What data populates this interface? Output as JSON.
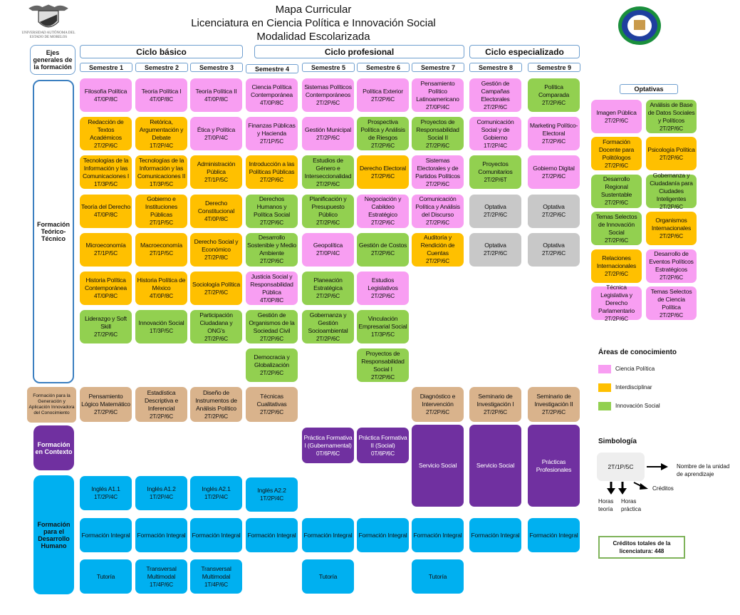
{
  "header": {
    "title_lines": [
      "Mapa Curricular",
      "Licenciatura en Ciencia Política e Innovación Social",
      "Modalidad Escolarizada"
    ],
    "university_logo_text": "Universidad Autónoma del Estado de Morelos"
  },
  "axes_header": "Ejes generales de la formación",
  "cycles": [
    "Ciclo básico",
    "Ciclo profesional",
    "Ciclo especializado"
  ],
  "semesters": [
    "Semestre 1",
    "Semestre 2",
    "Semestre 3",
    "Semestre 4",
    "Semestre 5",
    "Semestre 6",
    "Semestre 7",
    "Semestre 8",
    "Semestre 9"
  ],
  "axes": {
    "teorico": "Formación Teórico-Técnico",
    "generacion": "Formación para la Generación y Aplicación Innovadora del Conocimiento",
    "contexto": "Formación en Contexto",
    "humano": "Formación para el Desarrollo Humano"
  },
  "colors": {
    "cp": "#f89ef2",
    "int": "#ffc000",
    "inn": "#92d050",
    "opt": "#c8c8c8",
    "gen": "#d9b38c",
    "ctx": "#7030a0",
    "hum": "#00b0f0"
  },
  "teorico": [
    [
      {
        "name": "Filosofía Política",
        "hours": "4T/0P/8C",
        "area": "cp"
      },
      {
        "name": "Redacción de Textos Académicos",
        "hours": "2T/2P/6C",
        "area": "int"
      },
      {
        "name": "Tecnologías de la Información y las Comunicaciones I",
        "hours": "1T/3P/5C",
        "area": "int"
      },
      {
        "name": "Teoría del Derecho",
        "hours": "4T/0P/8C",
        "area": "int"
      },
      {
        "name": "Microeconomía",
        "hours": "2T/1P/5C",
        "area": "int"
      },
      {
        "name": "Historia Política Contemporánea",
        "hours": "4T/0P/8C",
        "area": "int"
      },
      {
        "name": "Liderazgo y Soft Skill",
        "hours": "2T/2P/6C",
        "area": "inn"
      }
    ],
    [
      {
        "name": "Teoría Política I",
        "hours": "4T/0P/8C",
        "area": "cp"
      },
      {
        "name": "Retórica, Argumentación y Debate",
        "hours": "1T/2P/4C",
        "area": "int"
      },
      {
        "name": "Tecnologías de la Información y las Comunicaciones II",
        "hours": "1T/3P/5C",
        "area": "int"
      },
      {
        "name": "Gobierno e Instituciones Públicas",
        "hours": "2T/1P/5C",
        "area": "int"
      },
      {
        "name": "Macroeconomía",
        "hours": "2T/1P/5C",
        "area": "int"
      },
      {
        "name": "Historia Política de México",
        "hours": "4T/0P/8C",
        "area": "int"
      },
      {
        "name": "Innovación Social",
        "hours": "1T/3P/5C",
        "area": "inn"
      }
    ],
    [
      {
        "name": "Teoría Política II",
        "hours": "4T/0P/8C",
        "area": "cp"
      },
      {
        "name": "Ética y Política",
        "hours": "2T/0P/4C",
        "area": "cp"
      },
      {
        "name": "Administración Pública",
        "hours": "2T/1P/5C",
        "area": "int"
      },
      {
        "name": "Derecho Constitucional",
        "hours": "4T/0P/8C",
        "area": "int"
      },
      {
        "name": "Derecho Social y Económico",
        "hours": "2T/2P/8C",
        "area": "int"
      },
      {
        "name": "Sociología Política",
        "hours": "2T/2P/6C",
        "area": "int"
      },
      {
        "name": "Participación Ciudadana y ONG's",
        "hours": "2T/2P/6C",
        "area": "inn"
      }
    ],
    [
      {
        "name": "Ciencia Política Contemporánea",
        "hours": "4T/0P/8C",
        "area": "cp"
      },
      {
        "name": "Finanzas Públicas y Hacienda",
        "hours": "2T/1P/5C",
        "area": "cp"
      },
      {
        "name": "Introducción a las Políticas Públicas",
        "hours": "2T/2P/6C",
        "area": "int"
      },
      {
        "name": "Derechos Humanos y Política Social",
        "hours": "2T/2P/6C",
        "area": "inn"
      },
      {
        "name": "Desarrollo Sostenible y Medio Ambiente",
        "hours": "2T/2P/6C",
        "area": "inn"
      },
      {
        "name": "Justicia Social y Responsabilidad Pública",
        "hours": "4T/0P/8C",
        "area": "cp"
      },
      {
        "name": "Gestión de Organismos de la Sociedad Civil",
        "hours": "2T/2P/6C",
        "area": "inn"
      },
      {
        "name": "Democracia y Globalización",
        "hours": "2T/2P/6C",
        "area": "inn"
      }
    ],
    [
      {
        "name": "Sistemas Políticos Contemporáneos",
        "hours": "2T/2P/6C",
        "area": "cp"
      },
      {
        "name": "Gestión Municipal",
        "hours": "2T/2P/6C",
        "area": "cp"
      },
      {
        "name": "Estudios de Género e Interseccionalidad",
        "hours": "2T/2P/6C",
        "area": "inn"
      },
      {
        "name": "Planificación y Presupuesto Público",
        "hours": "2T/2P/6C",
        "area": "inn"
      },
      {
        "name": "Geopolítica",
        "hours": "2T/0P/4C",
        "area": "cp"
      },
      {
        "name": "Planeación Estratégica",
        "hours": "2T/2P/6C",
        "area": "inn"
      },
      {
        "name": "Gobernanza y Gestión Socioambiental",
        "hours": "2T/2P/6C",
        "area": "inn"
      }
    ],
    [
      {
        "name": "Política Exterior",
        "hours": "2T/2P/6C",
        "area": "cp"
      },
      {
        "name": "Prospectiva Política y Análisis de Riesgos",
        "hours": "2T/2P/6C",
        "area": "inn"
      },
      {
        "name": "Derecho Electoral",
        "hours": "2T/2P/6C",
        "area": "int"
      },
      {
        "name": "Negociación y Cabildeo Estratégico",
        "hours": "2T/2P/6C",
        "area": "cp"
      },
      {
        "name": "Gestión de Costos",
        "hours": "2T/2P/6C",
        "area": "inn"
      },
      {
        "name": "Estudios Legislativos",
        "hours": "2T/2P/6C",
        "area": "cp"
      },
      {
        "name": "Vinculación Empresarial Social",
        "hours": "1T/3P/5C",
        "area": "inn"
      },
      {
        "name": "Proyectos de Responsabilidad Social I",
        "hours": "2T/2P/6C",
        "area": "inn"
      }
    ],
    [
      {
        "name": "Pensamiento Político Latinoamericano",
        "hours": "2T/0P/4C",
        "area": "cp"
      },
      {
        "name": "Proyectos de Responsabilidad Social II",
        "hours": "2T/2P/6C",
        "area": "inn"
      },
      {
        "name": "Sistemas Electorales y de Partidos Políticos",
        "hours": "2T/2P/6C",
        "area": "cp"
      },
      {
        "name": "Comunicación Política y Análisis del Discurso",
        "hours": "2T/2P/6C",
        "area": "cp"
      },
      {
        "name": "Auditoría y Rendición de Cuentas",
        "hours": "2T/2P/6C",
        "area": "int"
      }
    ],
    [
      {
        "name": "Gestión de Campañas Electorales",
        "hours": "2T/2P/6C",
        "area": "cp"
      },
      {
        "name": "Comunicación Social y de Gobierno",
        "hours": "1T/2P/4C",
        "area": "cp"
      },
      {
        "name": "Proyectos Comunitarios",
        "hours": "2T/2P/6T",
        "area": "inn"
      },
      {
        "name": "Optativa",
        "hours": "2T/2P/6C",
        "area": "opt"
      },
      {
        "name": "Optativa",
        "hours": "2T/2P/6C",
        "area": "opt"
      }
    ],
    [
      {
        "name": "Política Comparada",
        "hours": "2T/2P/6C",
        "area": "inn"
      },
      {
        "name": "Marketing Político-Electoral",
        "hours": "2T/2P/6C",
        "area": "cp"
      },
      {
        "name": "Gobierno Digital",
        "hours": "2T/2P/6C",
        "area": "cp"
      },
      {
        "name": "Optativa",
        "hours": "2T/2P/6C",
        "area": "opt"
      },
      {
        "name": "Optativa",
        "hours": "2T/2P/6C",
        "area": "opt"
      }
    ]
  ],
  "generacion": [
    {
      "name": "Pensamiento Lógico Matemático",
      "hours": "2T/2P/6C",
      "area": "gen"
    },
    {
      "name": "Estadística Descriptiva e Inferencial",
      "hours": "2T/2P/6C",
      "area": "gen"
    },
    {
      "name": "Diseño de Instrumentos de Análisis Político",
      "hours": "2T/2P/6C",
      "area": "gen"
    },
    {
      "name": "Técnicas Cualitativas",
      "hours": "2T/2P/6C",
      "area": "gen"
    },
    null,
    null,
    {
      "name": "Diagnóstico e Intervención",
      "hours": "2T/2P/6C",
      "area": "gen"
    },
    {
      "name": "Seminario de Investigación I",
      "hours": "2T/2P/6C",
      "area": "gen"
    },
    {
      "name": "Seminario de Investigación II",
      "hours": "2T/2P/6C",
      "area": "gen"
    }
  ],
  "contexto": [
    null,
    null,
    null,
    null,
    {
      "name": "Práctica Formativa I (Gubernamental)",
      "hours": "0T/6P/6C",
      "area": "ctx"
    },
    {
      "name": "Práctica Formativa II (Social)",
      "hours": "0T/6P/6C",
      "area": "ctx"
    },
    {
      "name": "Servicio Social",
      "hours": "",
      "area": "ctx"
    },
    {
      "name": "Servicio Social",
      "hours": "",
      "area": "ctx"
    },
    {
      "name": "Prácticas Profesionales",
      "hours": "",
      "area": "ctx"
    }
  ],
  "humano_ingles": [
    {
      "name": "Inglés A1.1",
      "hours": "1T/2P/4C",
      "area": "hum"
    },
    {
      "name": "Inglés A1.2",
      "hours": "1T/2P/4C",
      "area": "hum"
    },
    {
      "name": "Inglés A2.1",
      "hours": "1T/2P/4C",
      "area": "hum"
    },
    {
      "name": "Inglés A2.2",
      "hours": "1T/2P/4C",
      "area": "hum"
    },
    null,
    null,
    null,
    null,
    null
  ],
  "humano_integral": [
    {
      "name": "Formación Integral",
      "hours": "",
      "area": "hum"
    },
    {
      "name": "Formación Integral",
      "hours": "",
      "area": "hum"
    },
    {
      "name": "Formación Integral",
      "hours": "",
      "area": "hum"
    },
    {
      "name": "Formación Integral",
      "hours": "",
      "area": "hum"
    },
    {
      "name": "Formación Integral",
      "hours": "",
      "area": "hum"
    },
    {
      "name": "Formación Integral",
      "hours": "",
      "area": "hum"
    },
    {
      "name": "Formación Integral",
      "hours": "",
      "area": "hum"
    },
    {
      "name": "Formación Integral",
      "hours": "",
      "area": "hum"
    },
    {
      "name": "Formación Integral",
      "hours": "",
      "area": "hum"
    }
  ],
  "humano_tutoria": [
    {
      "name": "Tutoría",
      "hours": "",
      "area": "hum"
    },
    {
      "name": "Transversal Multimodal",
      "hours": "1T/4P/6C",
      "area": "hum"
    },
    {
      "name": "Transversal Multimodal",
      "hours": "1T/4P/6C",
      "area": "hum"
    },
    null,
    {
      "name": "Tutoría",
      "hours": "",
      "area": "hum"
    },
    null,
    {
      "name": "Tutoría",
      "hours": "",
      "area": "hum"
    },
    null,
    null
  ],
  "optativas": {
    "label": "Optativas",
    "items": [
      {
        "name": "Imagen Pública",
        "hours": "2T/2P/6C",
        "area": "cp"
      },
      {
        "name": "Análisis de Base de Datos Sociales y Políticos",
        "hours": "2T/2P/6C",
        "area": "inn"
      },
      {
        "name": "Formación Docente para Politólogos",
        "hours": "2T/2P/6C",
        "area": "int"
      },
      {
        "name": "Psicología Política",
        "hours": "2T/2P/6C",
        "area": "int"
      },
      {
        "name": "Desarrollo Regional Sustentable",
        "hours": "2T/2P/6C",
        "area": "inn"
      },
      {
        "name": "Gobernanza y Ciudadanía para Ciudades Inteligentes",
        "hours": "2T/2P/6C",
        "area": "inn"
      },
      {
        "name": "Temas Selectos de Innovación Social",
        "hours": "2T/2P/6C",
        "area": "inn"
      },
      {
        "name": "Organismos Internacionales",
        "hours": "2T/2P/6C",
        "area": "int"
      },
      {
        "name": "Relaciones Internacionales",
        "hours": "2T/2P/6C",
        "area": "int"
      },
      {
        "name": "Desarrollo de Eventos Políticos Estratégicos",
        "hours": "2T/2P/6C",
        "area": "cp"
      },
      {
        "name": "Técnica Legislativa y Derecho Parlamentario",
        "hours": "2T/2P/6C",
        "area": "cp"
      },
      {
        "name": "Temas Selectos de Ciencia Política",
        "hours": "2T/2P/6C",
        "area": "cp"
      }
    ]
  },
  "legend": {
    "title": "Áreas de conocimiento",
    "items": [
      {
        "label": "Ciencia Política",
        "area": "cp"
      },
      {
        "label": "Interdisciplinar",
        "area": "int"
      },
      {
        "label": "Innovación Social",
        "area": "inn"
      }
    ]
  },
  "symbology": {
    "title": "Simbología",
    "example": "2T/1P/5C",
    "name_label": "Nombre de la unidad de aprendizaje",
    "credits_label": "Créditos",
    "theory_label": "Horas teoría",
    "practice_label": "Horas práctica"
  },
  "total_credits": "Créditos totales de la licenciatura: 448"
}
